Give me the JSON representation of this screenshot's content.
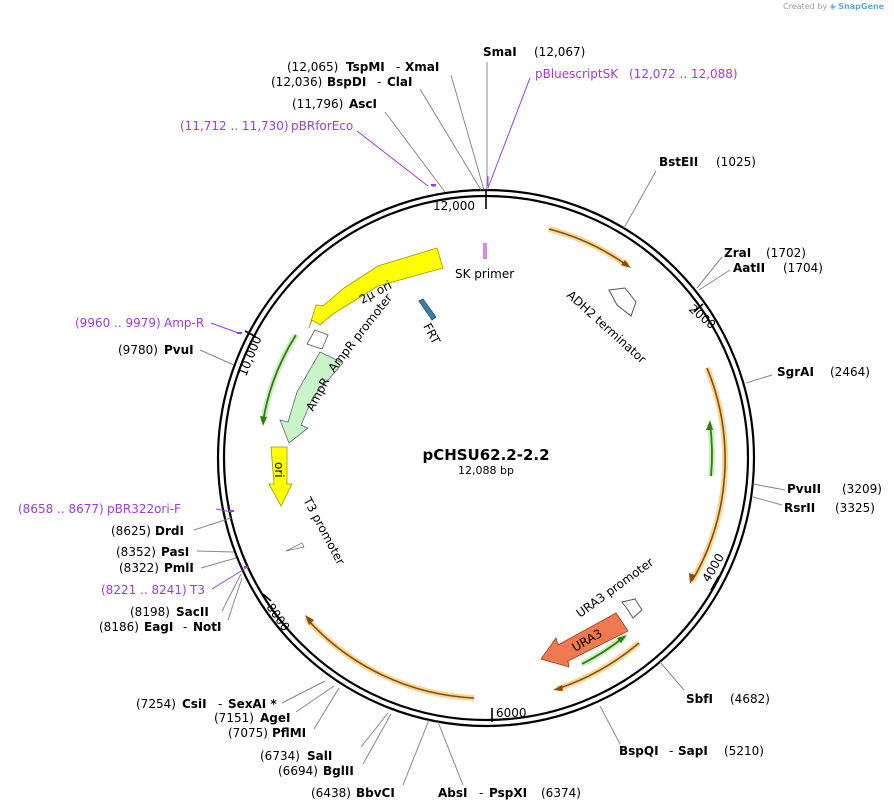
{
  "watermark": {
    "prefix": "Created by",
    "brand": "SnapGene"
  },
  "plasmid": {
    "name": "pCHSU62.2-2.2",
    "size": "12,088 bp"
  },
  "colors": {
    "purple": "#a23ad8",
    "orange": "#c97a12",
    "green": "#3b9a1a",
    "yellow": "#ffff00",
    "salmon": "#f07a4f",
    "lightgreen": "#c8f5c8",
    "teal": "#3d7fa0"
  },
  "ticks": [
    "12,000",
    "2000",
    "4000",
    "6000",
    "8000",
    "10,000"
  ],
  "sites": [
    {
      "id": "smai",
      "pos": "(12,067)",
      "name": "SmaI"
    },
    {
      "id": "tspmi",
      "pos": "(12,065)",
      "name": "TspMI",
      "name2": "XmaI"
    },
    {
      "id": "bspdi",
      "pos": "(12,036)",
      "name": "BspDI",
      "name2": "ClaI"
    },
    {
      "id": "asci",
      "pos": "(11,796)",
      "name": "AscI"
    },
    {
      "id": "bsteii",
      "pos": "(1025)",
      "name": "BstEII"
    },
    {
      "id": "zrai",
      "pos": "(1702)",
      "name": "ZraI"
    },
    {
      "id": "aatii",
      "pos": "(1704)",
      "name": "AatII"
    },
    {
      "id": "sgrai",
      "pos": "(2464)",
      "name": "SgrAI"
    },
    {
      "id": "pvuii",
      "pos": "(3209)",
      "name": "PvuII"
    },
    {
      "id": "rsrii",
      "pos": "(3325)",
      "name": "RsrII"
    },
    {
      "id": "sbfi",
      "pos": "(4682)",
      "name": "SbfI"
    },
    {
      "id": "bspqi",
      "pos": "(5210)",
      "name": "BspQI",
      "name2": "SapI"
    },
    {
      "id": "absi",
      "pos": "(6374)",
      "name": "AbsI",
      "name2": "PspXI"
    },
    {
      "id": "bbvci",
      "pos": "(6438)",
      "name": "BbvCI"
    },
    {
      "id": "bglii",
      "pos": "(6694)",
      "name": "BglII"
    },
    {
      "id": "sali",
      "pos": "(6734)",
      "name": "SalI"
    },
    {
      "id": "pflmi",
      "pos": "(7075)",
      "name": "PflMI"
    },
    {
      "id": "agei",
      "pos": "(7151)",
      "name": "AgeI"
    },
    {
      "id": "csii",
      "pos": "(7254)",
      "name": "CsiI",
      "name2": "SexAI *"
    },
    {
      "id": "eagi",
      "pos": "(8186)",
      "name": "EagI",
      "name2": "NotI"
    },
    {
      "id": "sacii",
      "pos": "(8198)",
      "name": "SacII"
    },
    {
      "id": "pmli",
      "pos": "(8322)",
      "name": "PmlI"
    },
    {
      "id": "pasi",
      "pos": "(8352)",
      "name": "PasI"
    },
    {
      "id": "drdi",
      "pos": "(8625)",
      "name": "DrdI"
    },
    {
      "id": "pvui",
      "pos": "(9780)",
      "name": "PvuI"
    }
  ],
  "primers": [
    {
      "id": "pbluescriptsk",
      "name": "pBluescriptSK",
      "range": "(12,072 .. 12,088)"
    },
    {
      "id": "pbrforeco",
      "name": "pBRforEco",
      "range": "(11,712 .. 11,730)"
    },
    {
      "id": "ampr-primer",
      "name": "Amp-R",
      "range": "(9960 .. 9979)"
    },
    {
      "id": "pbr322ori",
      "name": "pBR322ori-F",
      "range": "(8658 .. 8677)"
    },
    {
      "id": "t3",
      "name": "T3",
      "range": "(8221 .. 8241)"
    }
  ],
  "features": {
    "sk_primer": "SK primer",
    "adh2": "ADH2 terminator",
    "frt": "FRT",
    "two_micron": "2μ ori",
    "ampr_promoter": "AmpR promoter",
    "ampr": "AmpR",
    "ori": "ori",
    "t3_promoter": "T3 promoter",
    "ura3_promoter": "URA3 promoter",
    "ura3": "URA3"
  }
}
